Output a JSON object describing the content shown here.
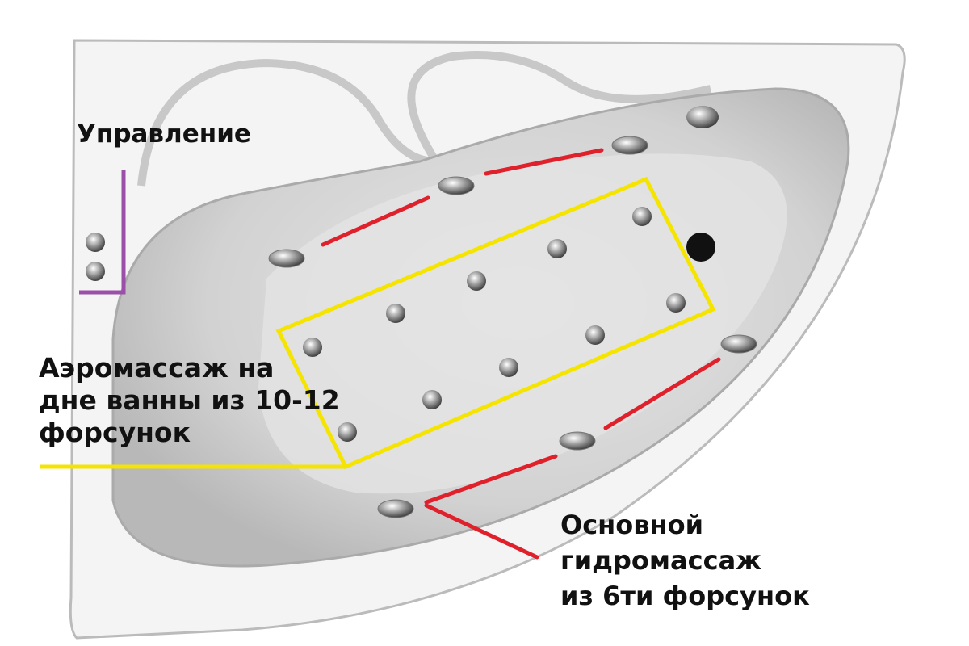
{
  "labels": {
    "control": "Управление",
    "aero": [
      "Аэромассаж на",
      "дне ванны из 10-12",
      "форсунок"
    ],
    "hydro": [
      "Основной",
      "гидромассаж",
      "из 6ти форсунок"
    ]
  },
  "colors": {
    "control_line": "#9b4fa8",
    "aero_line": "#f5e400",
    "hydro_line": "#e0202a",
    "tub": "#f2f2f2"
  },
  "counts": {
    "hydro_jets": 6,
    "aero_jets": 10
  }
}
